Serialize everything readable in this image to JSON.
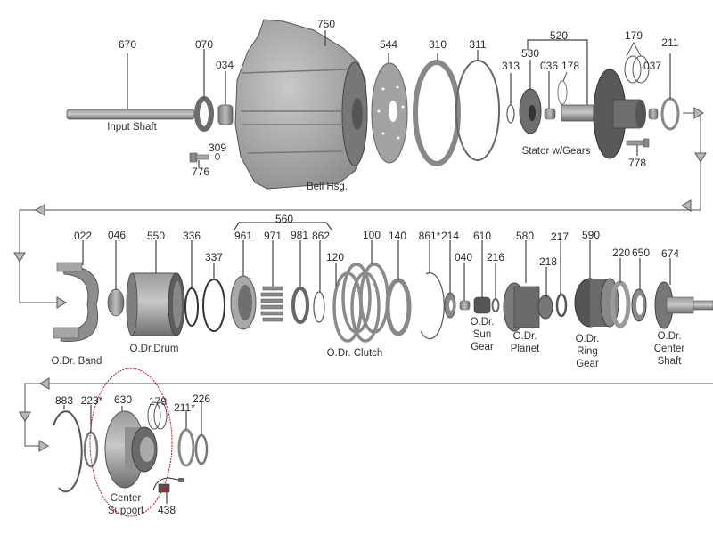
{
  "diagram": {
    "type": "exploded-parts-diagram",
    "subject": "Overdrive transmission section",
    "rows": 3,
    "colors": {
      "leader": "#555555",
      "flow_line": "#8a8a8a",
      "part_dark": "#5a5a5a",
      "part_mid": "#8c8c8c",
      "part_light": "#b4b4b4",
      "highlight_ellipse": "#b01e2a"
    }
  },
  "row1": {
    "labels": {
      "p670": "670",
      "p070": "070",
      "p034": "034",
      "p750": "750",
      "p309": "309",
      "p776": "776",
      "p544": "544",
      "p310": "310",
      "p311": "311",
      "p313": "313",
      "p520": "520",
      "p530": "530",
      "p036": "036",
      "p178": "178",
      "p179": "179",
      "p037": "037",
      "p211": "211",
      "p778": "778"
    },
    "captions": {
      "input_shaft": "Input Shaft",
      "bell_housing": "Bell Hsg.",
      "stator": "Stator w/Gears"
    }
  },
  "row2": {
    "labels": {
      "p022": "022",
      "p046": "046",
      "p550": "550",
      "p336": "336",
      "p337": "337",
      "p560": "560",
      "p961": "961",
      "p971": "971",
      "p981": "981",
      "p862": "862",
      "p120": "120",
      "p100": "100",
      "p140": "140",
      "p861": "861*",
      "p214": "214",
      "p040": "040",
      "p610": "610",
      "p216": "216",
      "p580": "580",
      "p218": "218",
      "p217": "217",
      "p590": "590",
      "p220": "220",
      "p650": "650",
      "p674": "674"
    },
    "captions": {
      "band": "O.Dr. Band",
      "drum": "O.Dr.Drum",
      "clutch": "O.Dr. Clutch",
      "sun_gear": "O.Dr.\nSun\nGear",
      "planet": "O.Dr.\nPlanet",
      "ring_gear": "O.Dr.\nRing\nGear",
      "center_shaft": "O.Dr. Center\nShaft"
    }
  },
  "row3": {
    "labels": {
      "p883": "883",
      "p223": "223*",
      "p630": "630",
      "p179b": "179",
      "p211b": "211*",
      "p226": "226",
      "p438": "438"
    },
    "captions": {
      "center_support": "Center\nSupport"
    },
    "highlighted_part": "630"
  }
}
